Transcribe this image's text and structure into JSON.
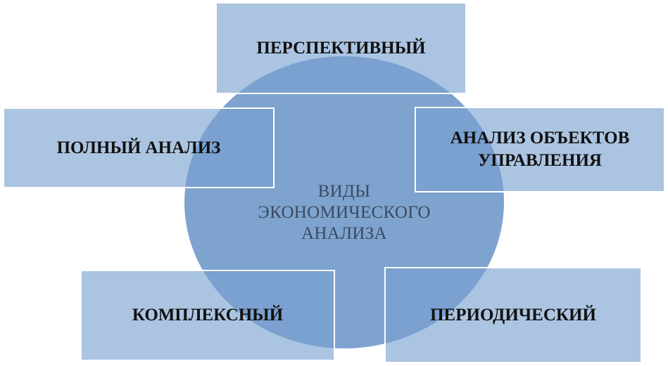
{
  "center": {
    "label": "ВИДЫ ЭКОНОМИЧЕСКОГО АНАЛИЗА",
    "lines": [
      "ВИДЫ",
      "ЭКОНОМИЧЕСКОГО",
      "АНАЛИЗА"
    ]
  },
  "boxes": [
    {
      "id": "top",
      "text": "ПЕРСПЕКТИВНЫЙ"
    },
    {
      "id": "left",
      "text": "ПОЛНЫЙ АНАЛИЗ"
    },
    {
      "id": "right",
      "text": "АНАЛИЗ ОБЪЕКТОВ УПРАВЛЕНИЯ"
    },
    {
      "id": "bottom-left",
      "text": "КОМПЛЕКСНЫЙ"
    },
    {
      "id": "bottom-right",
      "text": "ПЕРИОДИЧЕСКИЙ"
    }
  ],
  "colors": {
    "circle": "#7ea3cf",
    "box_fill": "#a9c1df",
    "box_border": "#ffffff",
    "box_text": "#111111",
    "center_text": "#3a4a5e"
  }
}
